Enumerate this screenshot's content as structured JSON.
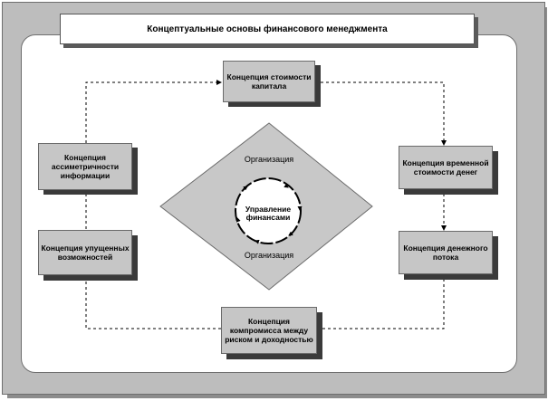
{
  "title": "Концептуальные основы финансового менеджмента",
  "center": {
    "management": "Управление финансами",
    "org_top": "Организация",
    "org_bottom": "Организация"
  },
  "concepts": {
    "capital_cost": "Концепция стоимости капитала",
    "time_value": "Концепция временной стоимости денег",
    "cash_flow": "Концепция денежного потока",
    "risk_return": "Концепция компромисса между риском и доходностью",
    "opportunity": "Концепция упущенных возможностей",
    "asymmetric_info": "Концепция ассиметричности информации"
  },
  "colors": {
    "box_fill": "#c6c6c6",
    "diamond_fill": "#c8c8c8",
    "frame": "#bdbdbd"
  }
}
